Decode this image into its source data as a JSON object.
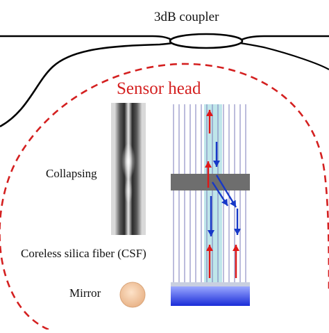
{
  "labels": {
    "coupler": "3dB coupler",
    "sensor_head": "Sensor head",
    "collapsing": "Collapsing",
    "csf": "Coreless silica fiber (CSF)",
    "mirror": "Mirror"
  },
  "colors": {
    "fiber": "#000000",
    "dashed_outline": "#d42020",
    "core_highlight": "#bfe6ea",
    "cladding_lines": "#7a7ab8",
    "collapse_band": "#6e6e6e",
    "arrow_red": "#e01818",
    "arrow_blue": "#1638c8",
    "mirror_gradient_top": "#9aa8ff",
    "mirror_gradient_bottom": "#1a2cd8",
    "mirror_disc": "#f4c8a2"
  }
}
